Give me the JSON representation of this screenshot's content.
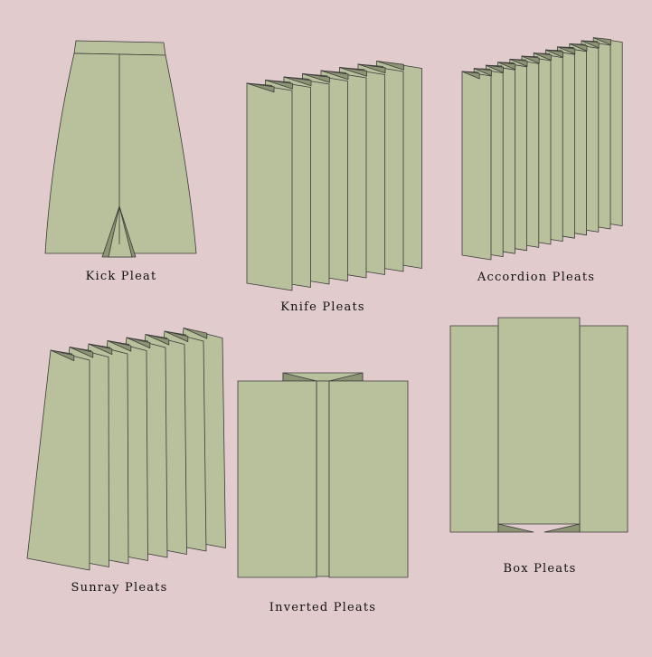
{
  "colors": {
    "background": "#e2cbcc",
    "fabric": "#b8c19c",
    "fold_shadow": "#8d9474",
    "outline": "#3a3a3a"
  },
  "labels": {
    "kick": "Kick Pleat",
    "knife": "Knife Pleats",
    "accordion": "Accordion Pleats",
    "sunray": "Sunray Pleats",
    "inverted": "Inverted Pleats",
    "box": "Box Pleats"
  },
  "pleat_counts": {
    "knife": 8,
    "accordion": 12,
    "sunray": 8
  }
}
